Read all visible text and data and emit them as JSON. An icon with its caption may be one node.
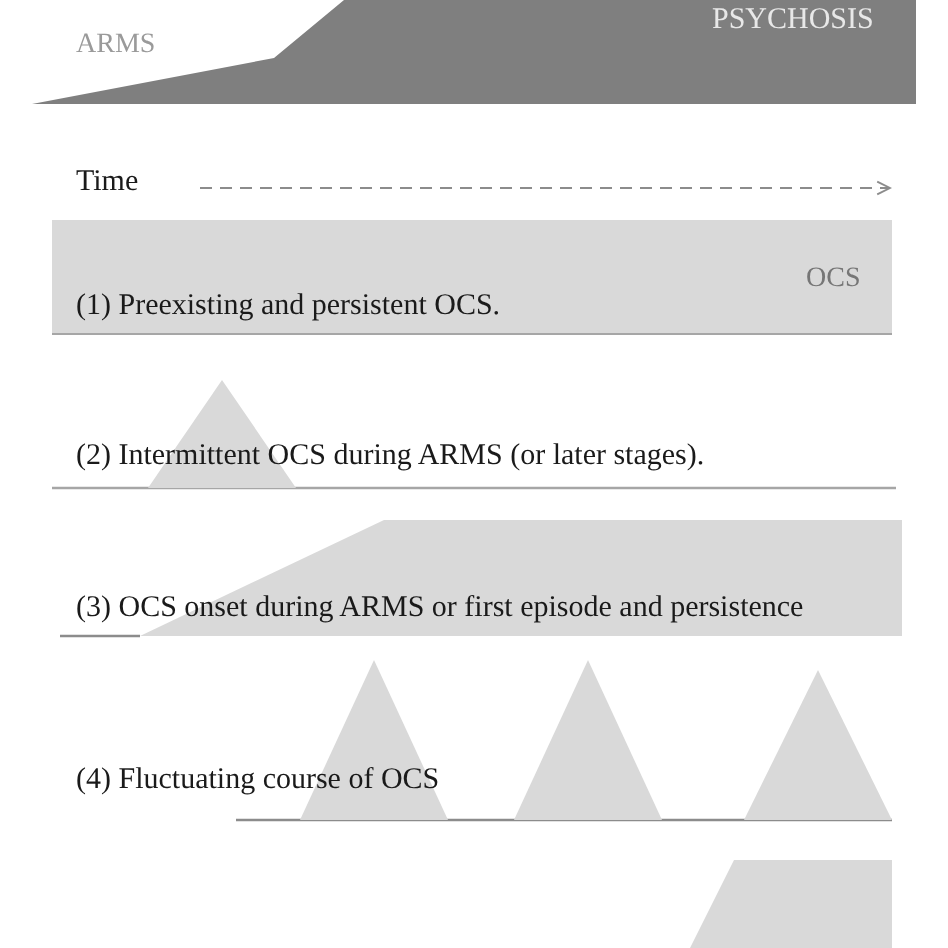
{
  "diagram": {
    "nodes": [
      {
        "text": [
          "PSYCHOSIS"
        ]
      },
      {
        "text": [
          "OCS",
          "(1) Preexisting and persistent OCS."
        ]
      },
      {
        "text": [
          "(3) OCS onset during ARMS or first episode and persistence"
        ]
      }
    ],
    "labels": [
      "ARMS",
      "Time",
      "(2) Intermittent OCS during ARMS (or later stages).",
      "(4) Fluctuating course of OCS"
    ]
  }
}
